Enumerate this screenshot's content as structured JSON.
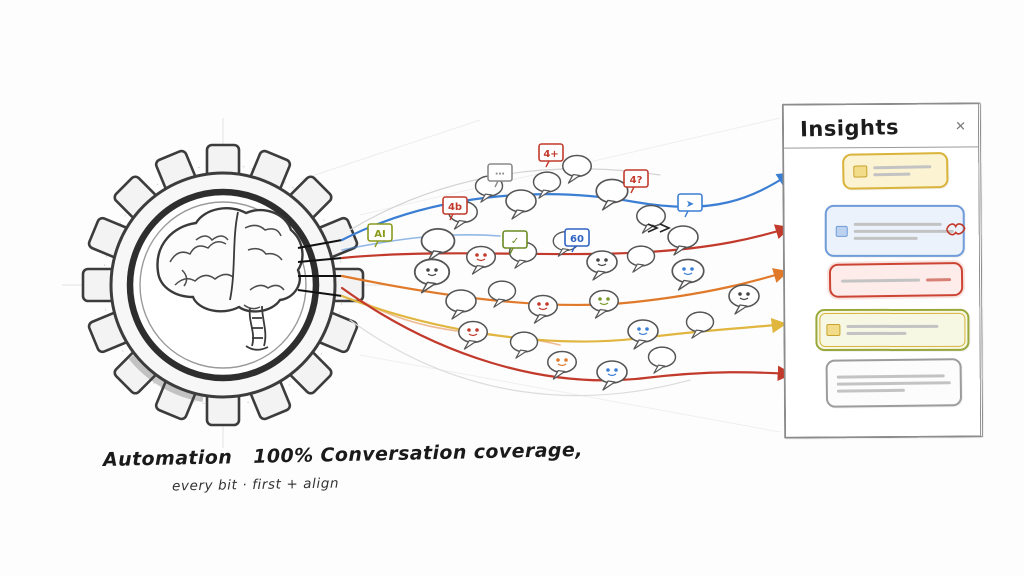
{
  "panel": {
    "title": "Insights",
    "close_icon": "✕"
  },
  "tags": [
    {
      "label": "AI"
    },
    {
      "label": "4b"
    },
    {
      "label": "⋯"
    },
    {
      "label": "4+"
    },
    {
      "label": "✓"
    },
    {
      "label": "60"
    },
    {
      "label": "4?"
    },
    {
      "label": "➤"
    }
  ],
  "caption": {
    "line1": "Automation   100% Conversation coverage,",
    "line2": "every bit · first + align"
  },
  "colors": {
    "sketch": "#3a3a3a",
    "red": "#c23a2b",
    "blue": "#3b7fd4",
    "yellow": "#e0b63f",
    "orange": "#e07a2a",
    "green": "#7a9a2e",
    "panel_border": "#8c8c8c",
    "card_accents": [
      "#d9b33a",
      "#6f9bd8",
      "#cc4433",
      "#9aa83a",
      "#9c9c9c"
    ]
  }
}
